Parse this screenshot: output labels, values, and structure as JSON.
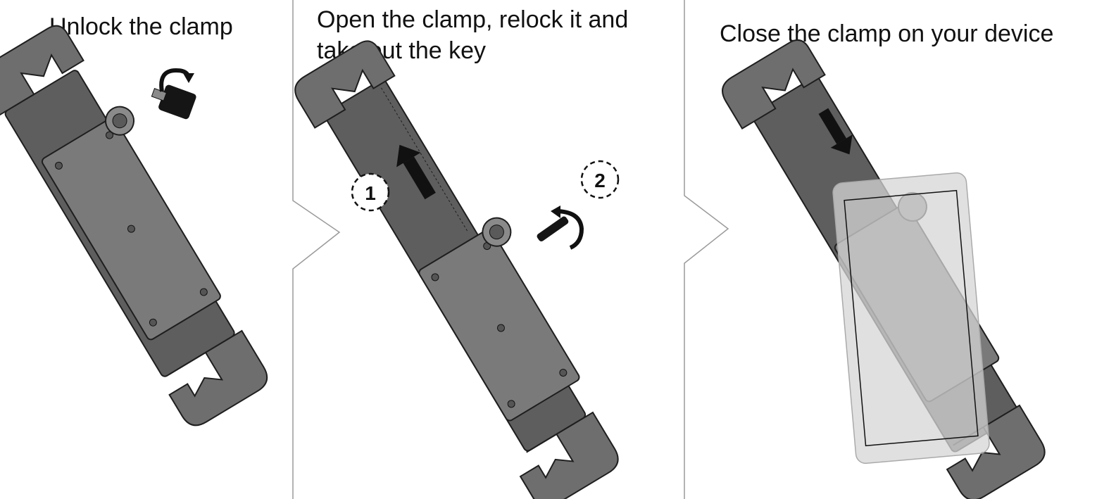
{
  "steps": [
    {
      "title": "Unlock the clamp"
    },
    {
      "title_line1": "Open the clamp, relock it and",
      "title_line2": "take out the key",
      "markers": [
        {
          "label": "1"
        },
        {
          "label": "2"
        }
      ]
    },
    {
      "title": "Close the clamp on your device"
    }
  ],
  "colors": {
    "body": "#6f6f6f",
    "body_dark": "#4a4a4a",
    "edge": "#1e1e1e",
    "plate": "#7e7e7e",
    "tablet": "#cfcfcf",
    "arrow": "#111111"
  }
}
